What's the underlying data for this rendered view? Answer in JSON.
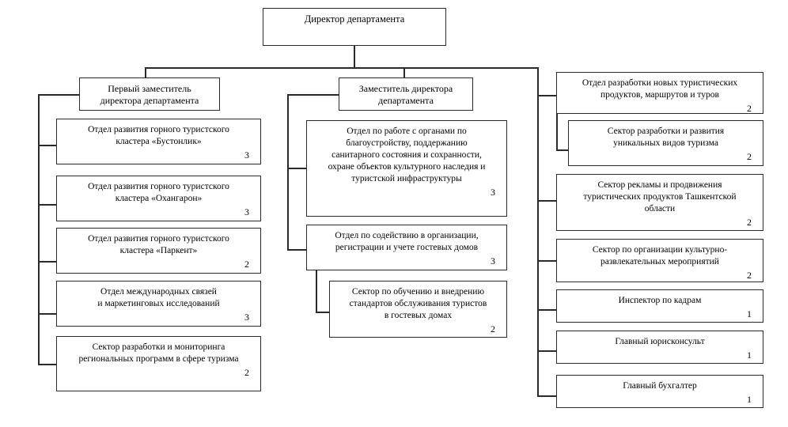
{
  "document": {
    "type": "organizational-chart",
    "language": "ru",
    "background_color": "#ffffff",
    "line_color": "#2b2b2b",
    "text_color": "#000000"
  },
  "root": {
    "title": "Директор департамента"
  },
  "branches": {
    "left": {
      "head": {
        "title": "Первый заместитель\nдиректора департамента"
      },
      "nodes": [
        {
          "title": "Отдел развития горного туристского\nкластера «Бустонлик»",
          "count": "3"
        },
        {
          "title": "Отдел развития горного туристского\nкластера «Охангарон»",
          "count": "3"
        },
        {
          "title": "Отдел развития горного туристского\nкластера «Паркент»",
          "count": "2"
        },
        {
          "title": "Отдел международных связей\nи маркетинговых исследований",
          "count": "3"
        },
        {
          "title": "Сектор разработки и мониторинга\nрегиональных программ в сфере туризма",
          "count": "2"
        }
      ]
    },
    "middle": {
      "head": {
        "title": "Заместитель директора\nдепартамента"
      },
      "nodes": [
        {
          "title": "Отдел по работе с органами по\nблагоустройству, поддержанию\nсанитарного состояния и сохранности,\nохране объектов культурного наследия и\nтуристской инфраструктуры",
          "count": "3"
        },
        {
          "title": "Отдел по содействию в организации,\nрегистрации и учете гостевых домов",
          "count": "3"
        },
        {
          "title": "Сектор по обучению и внедрению\nстандартов обслуживания туристов\nв гостевых домах",
          "count": "2",
          "nested": true
        }
      ]
    },
    "right": {
      "nodes": [
        {
          "title": "Отдел разработки новых туристических\nпродуктов, маршрутов и туров",
          "count": "2"
        },
        {
          "title": "Сектор разработки и развития\nуникальных видов туризма",
          "count": "2",
          "nested": true
        },
        {
          "title": "Сектор рекламы и продвижения\nтуристических продуктов Ташкентской\nобласти",
          "count": "2"
        },
        {
          "title": "Сектор по организации культурно-\nразвлекательных мероприятий",
          "count": "2"
        },
        {
          "title": "Инспектор по кадрам",
          "count": "1"
        },
        {
          "title": "Главный юрисконсульт",
          "count": "1"
        },
        {
          "title": "Главный бухгалтер",
          "count": "1"
        }
      ]
    }
  }
}
